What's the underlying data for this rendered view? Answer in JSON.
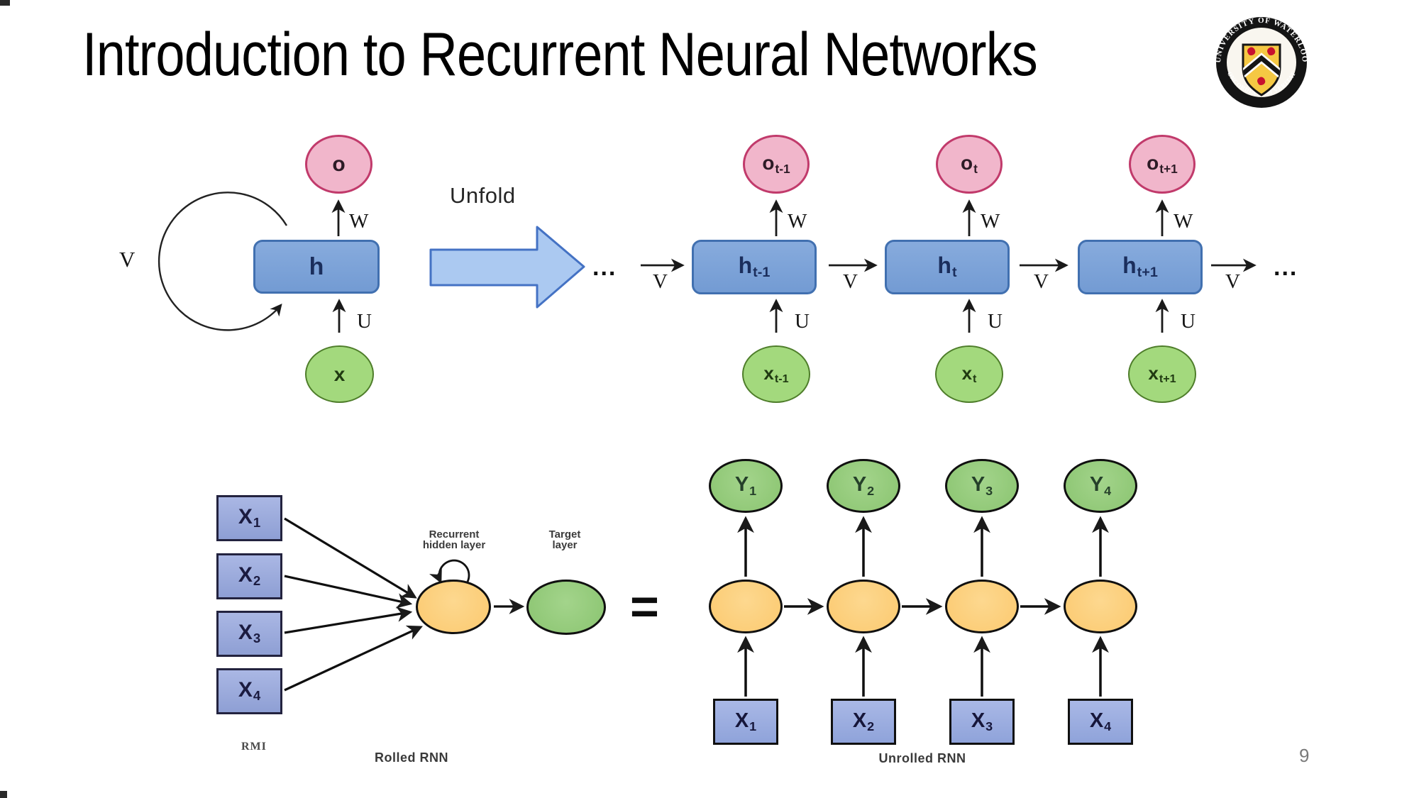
{
  "slide": {
    "title": "Introduction to Recurrent Neural Networks",
    "page_number": "9"
  },
  "logo": {
    "name": "University of Waterloo seal",
    "top_text": "UNIVERSITY OF WATERLOO",
    "bottom_text": "CONCORDIA CUM VERITATE"
  },
  "fold": {
    "unfold_label": "Unfold",
    "ellipsis_left": "...",
    "ellipsis_right": "...",
    "rolled": {
      "o": "o",
      "h": "h",
      "x": "x",
      "w": "W",
      "u": "U",
      "v": "V"
    },
    "units": [
      {
        "o": "o",
        "o_sub": "t-1",
        "h": "h",
        "h_sub": "t-1",
        "x": "x",
        "x_sub": "t-1",
        "w": "W",
        "u": "U"
      },
      {
        "o": "o",
        "o_sub": "t",
        "h": "h",
        "h_sub": "t",
        "x": "x",
        "x_sub": "t",
        "w": "W",
        "u": "U"
      },
      {
        "o": "o",
        "o_sub": "t+1",
        "h": "h",
        "h_sub": "t+1",
        "x": "x",
        "x_sub": "t+1",
        "w": "W",
        "u": "U"
      }
    ],
    "v_labels": [
      "V",
      "V",
      "V",
      "V"
    ]
  },
  "bottom": {
    "rolled": {
      "inputs": [
        {
          "base": "X",
          "sub": "1"
        },
        {
          "base": "X",
          "sub": "2"
        },
        {
          "base": "X",
          "sub": "3"
        },
        {
          "base": "X",
          "sub": "4"
        }
      ],
      "hidden_label_line1": "Recurrent",
      "hidden_label_line2": "hidden layer",
      "target_label_line1": "Target",
      "target_label_line2": "layer",
      "watermark": "RMI",
      "caption": "Rolled RNN"
    },
    "equals": "=",
    "unrolled": {
      "outputs": [
        {
          "base": "Y",
          "sub": "1"
        },
        {
          "base": "Y",
          "sub": "2"
        },
        {
          "base": "Y",
          "sub": "3"
        },
        {
          "base": "Y",
          "sub": "4"
        }
      ],
      "inputs": [
        {
          "base": "X",
          "sub": "1"
        },
        {
          "base": "X",
          "sub": "2"
        },
        {
          "base": "X",
          "sub": "3"
        },
        {
          "base": "X",
          "sub": "4"
        }
      ],
      "caption": "Unrolled RNN"
    }
  },
  "colors": {
    "pink_fill": "#f1b6cb",
    "pink_stroke": "#c13a6b",
    "blue_fill": "#7aa2d8",
    "blue_stroke": "#4170b0",
    "green_node_fill": "#a3d97d",
    "green_node_stroke": "#4e7d2a",
    "block_arrow_fill": "#abc9f1",
    "block_arrow_stroke": "#4472c4",
    "lavender_fill": "#98a9dc",
    "orange_fill": "#fbce7b",
    "green_ellipse_fill": "#92c979",
    "arrow_stroke": "#1a1a1a",
    "seal_gold": "#f5c843",
    "seal_red": "#c8102e"
  }
}
